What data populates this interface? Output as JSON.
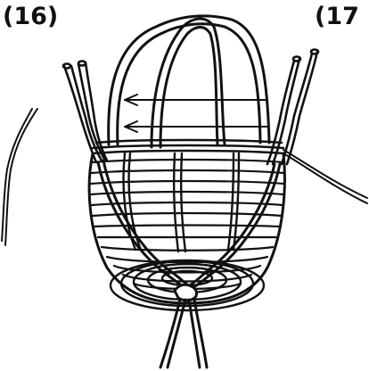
{
  "figure": {
    "steps": {
      "left": "(16)",
      "right": "(17"
    },
    "subject": "basket-weaving-illustration",
    "colors": {
      "ink": "#111111",
      "paper": "#ffffff"
    }
  }
}
